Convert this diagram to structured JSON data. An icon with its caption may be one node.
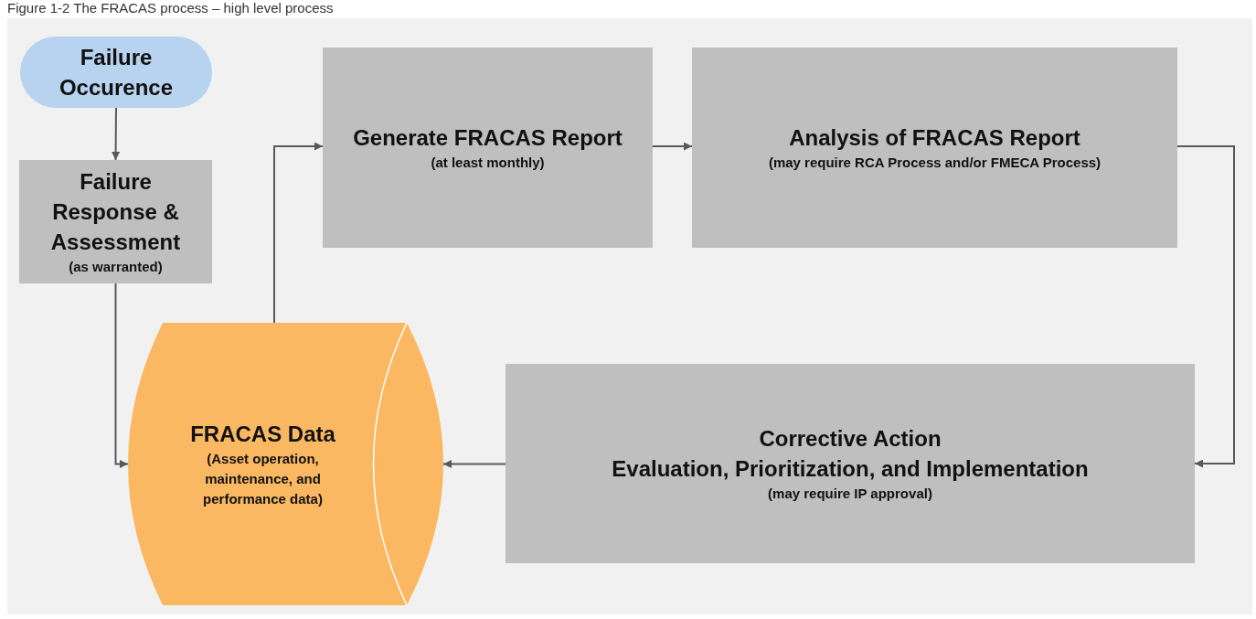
{
  "diagram": {
    "title": "Figure 1-2 The FRACAS process – high level process",
    "nodes": [
      {
        "text": [
          "Failure Occurence"
        ]
      },
      {
        "text": [
          "Failure Response & Assessment",
          "(as warranted)"
        ]
      },
      {
        "text": [
          "Generate FRACAS Report",
          "(at least monthly)"
        ]
      },
      {
        "text": [
          "Analysis of FRACAS Report",
          "(may require RCA Process and/or FMECA Process)"
        ]
      },
      {
        "text": [
          "Corrective Action",
          "Evaluation, Prioritization, and Implementation",
          "(may require IP approval)"
        ]
      },
      {
        "text": [
          "FRACAS Data",
          "(Asset operation, maintenance, and performance data)"
        ]
      }
    ],
    "edges": [
      {
        "from": 0,
        "to": 1,
        "arrow": "to"
      },
      {
        "from": 1,
        "to": 5,
        "arrow": "to"
      },
      {
        "from": 5,
        "to": 2,
        "arrow": "to"
      },
      {
        "from": 2,
        "to": 3,
        "arrow": "to"
      },
      {
        "from": 3,
        "to": 4,
        "arrow": "to"
      },
      {
        "from": 4,
        "to": 5,
        "arrow": "to"
      }
    ]
  }
}
